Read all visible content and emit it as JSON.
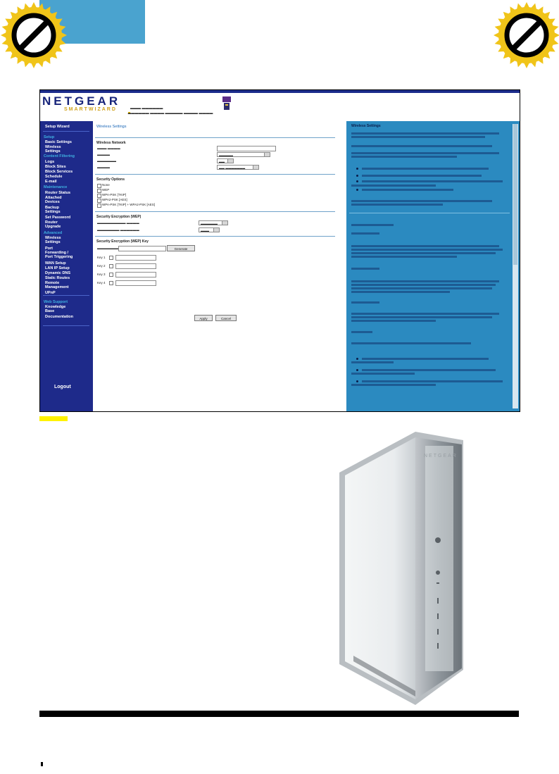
{
  "screenshot": {
    "logo": "NETGEAR",
    "logo_sub": "SMARTWIZARD",
    "nav": {
      "items": [
        {
          "label": "Setup Wizard",
          "kind": "item"
        },
        {
          "label": "Setup",
          "kind": "section"
        },
        {
          "label": "Basic Settings",
          "kind": "item"
        },
        {
          "label": "Wireless\nSettings",
          "kind": "item"
        },
        {
          "label": "Content Filtering",
          "kind": "section"
        },
        {
          "label": "Logs",
          "kind": "item"
        },
        {
          "label": "Block Sites",
          "kind": "item"
        },
        {
          "label": "Block Services",
          "kind": "item"
        },
        {
          "label": "Schedule",
          "kind": "item"
        },
        {
          "label": "E-mail",
          "kind": "item"
        },
        {
          "label": "Maintenance",
          "kind": "section"
        },
        {
          "label": "Router Status",
          "kind": "item"
        },
        {
          "label": "Attached\nDevices",
          "kind": "item"
        },
        {
          "label": "Backup\nSettings",
          "kind": "item"
        },
        {
          "label": "Set Password",
          "kind": "item"
        },
        {
          "label": "Router\nUpgrade",
          "kind": "item"
        },
        {
          "label": "Advanced",
          "kind": "section"
        },
        {
          "label": "Wireless\nSettings",
          "kind": "item"
        },
        {
          "label": "Port\nForwarding /\nPort Triggering",
          "kind": "item"
        },
        {
          "label": "WAN Setup",
          "kind": "item"
        },
        {
          "label": "LAN IP Setup",
          "kind": "item"
        },
        {
          "label": "Dynamic DNS",
          "kind": "item"
        },
        {
          "label": "Static Routes",
          "kind": "item"
        },
        {
          "label": "Remote\nManagement",
          "kind": "item"
        },
        {
          "label": "UPnP",
          "kind": "item"
        },
        {
          "label": "Web Support",
          "kind": "section"
        },
        {
          "label": "Knowledge\nBase",
          "kind": "item"
        },
        {
          "label": "Documentation",
          "kind": "item"
        }
      ],
      "logout": "Logout"
    },
    "main": {
      "title": "Wireless Settings",
      "apply_label": "Apply",
      "cancel_label": "Cancel",
      "generate_label": "Generate",
      "sections": [
        {
          "title": "Wireless Network"
        },
        {
          "title": "Security Options"
        },
        {
          "title": "Security Encryption (WEP)"
        },
        {
          "title": "Security Encryption (WEP) Key"
        }
      ],
      "security_options": [
        "None",
        "WEP",
        "WPA-PSK [TKIP]",
        "WPA2-PSK [AES]",
        "WPA-PSK [TKIP] + WPA2-PSK [AES]"
      ],
      "wep_keys": [
        "Key 1",
        "Key 2",
        "Key 3",
        "Key 4"
      ]
    },
    "help": {
      "title": "Wireless Settings"
    }
  },
  "colors": {
    "accent_blue": "#4aa3cf",
    "nav_blue": "#1e2a8a",
    "help_blue": "#2b8ac0",
    "badge_yellow": "#f0c419",
    "highlight_yellow": "#fff200"
  }
}
